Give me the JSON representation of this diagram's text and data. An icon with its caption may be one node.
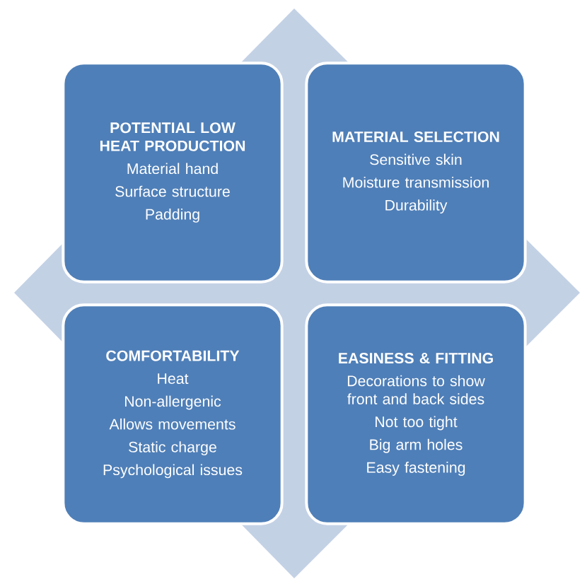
{
  "diagram": {
    "nodes": [
      {
        "text": [
          "POTENTIAL LOW HEAT PRODUCTION",
          "Material hand",
          "Surface structure",
          "Padding"
        ]
      },
      {
        "text": [
          "MATERIAL SELECTION",
          "Sensitive skin",
          "Moisture transmission",
          "Durability"
        ]
      },
      {
        "text": [
          "COMFORTABILITY",
          "Heat",
          "Non-allergenic",
          "Allows movements",
          "Static charge",
          "Psychological issues"
        ]
      },
      {
        "text": [
          "EASINESS & FITTING",
          "Decorations to show front and back sides",
          "Not too tight",
          "Big arm holes",
          "Easy fastening"
        ]
      }
    ]
  }
}
